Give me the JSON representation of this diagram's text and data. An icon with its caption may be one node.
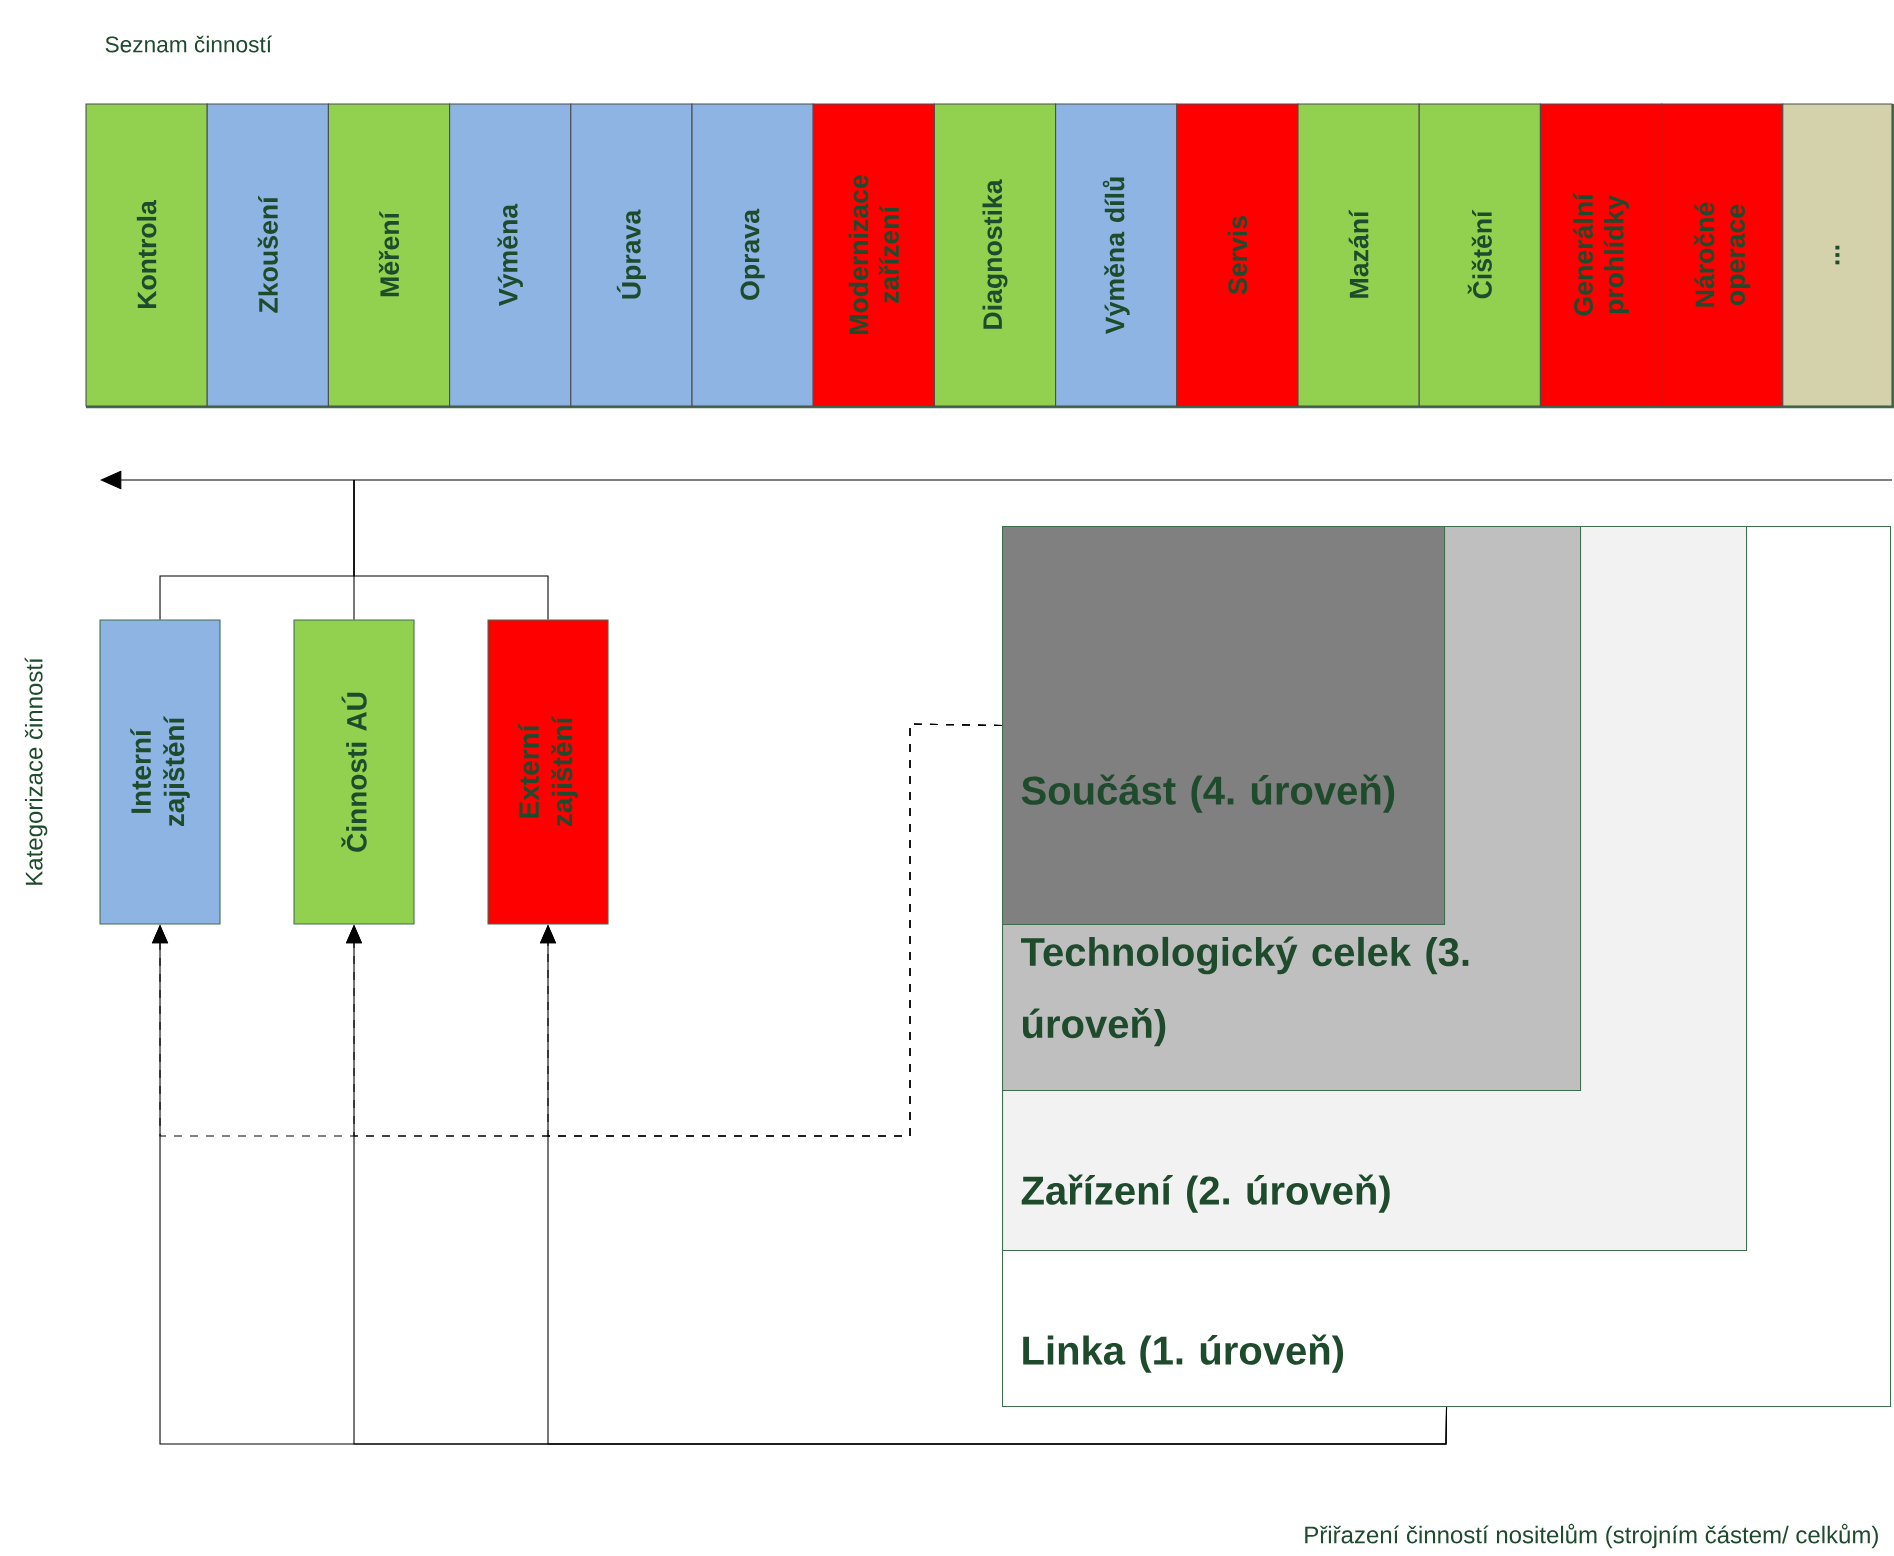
{
  "diagram": {
    "nodes": [
      {
        "text": [
          "Seznam činností"
        ]
      },
      {
        "text": [
          "Kontrola"
        ],
        "in": 0
      },
      {
        "text": [
          "Zkoušení"
        ],
        "in": 0
      },
      {
        "text": [
          "Měření"
        ],
        "in": 0
      },
      {
        "text": [
          "Výměna"
        ],
        "in": 0
      },
      {
        "text": [
          "Úprava"
        ],
        "in": 0
      },
      {
        "text": [
          "Oprava"
        ],
        "in": 0
      },
      {
        "text": [
          "Modernizace zařízení"
        ],
        "in": 0
      },
      {
        "text": [
          "Diagnostika"
        ],
        "in": 0
      },
      {
        "text": [
          "Výměna dílů"
        ],
        "in": 0
      },
      {
        "text": [
          "Servis"
        ],
        "in": 0
      },
      {
        "text": [
          "Mazání"
        ],
        "in": 0
      },
      {
        "text": [
          "Čištění"
        ],
        "in": 0
      },
      {
        "text": [
          "Generální prohlídky"
        ],
        "in": 0
      },
      {
        "text": [
          "Náročné operace"
        ],
        "in": 0
      },
      {
        "text": [
          "..."
        ],
        "in": 0
      },
      {
        "text": [
          "Interní zajištění"
        ]
      },
      {
        "text": [
          "Činnosti AÚ"
        ]
      },
      {
        "text": [
          "Externí zajištění"
        ]
      },
      {
        "text": [
          "Linka (1. úroveň)"
        ]
      },
      {
        "text": [
          "Zařízení (2. úroveň)"
        ],
        "in": 19
      },
      {
        "text": [
          "Technologický celek (3. úroveň)"
        ],
        "in": 20
      },
      {
        "text": [
          "Součást (4. úroveň)"
        ],
        "in": 21
      }
    ],
    "edges": [
      {
        "from": 16,
        "to": null,
        "arrow": "none"
      },
      {
        "from": 17,
        "to": null,
        "arrow": "none"
      },
      {
        "from": 18,
        "to": null,
        "arrow": "none"
      },
      {
        "from": 19,
        "to": 16,
        "arrow": "to"
      },
      {
        "from": 19,
        "to": 17,
        "arrow": "to"
      },
      {
        "from": 19,
        "to": 18,
        "arrow": "to"
      },
      {
        "from": 22,
        "to": 16,
        "arrow": "to",
        "style": "dashed"
      },
      {
        "from": 22,
        "to": 17,
        "arrow": "to",
        "style": "dashed"
      },
      {
        "from": 22,
        "to": 18,
        "arrow": "to",
        "style": "dashed"
      }
    ],
    "labels": [
      "Kategorizace činností",
      "Přiřazení činností nositelům (strojním částem/ celkům)"
    ]
  }
}
